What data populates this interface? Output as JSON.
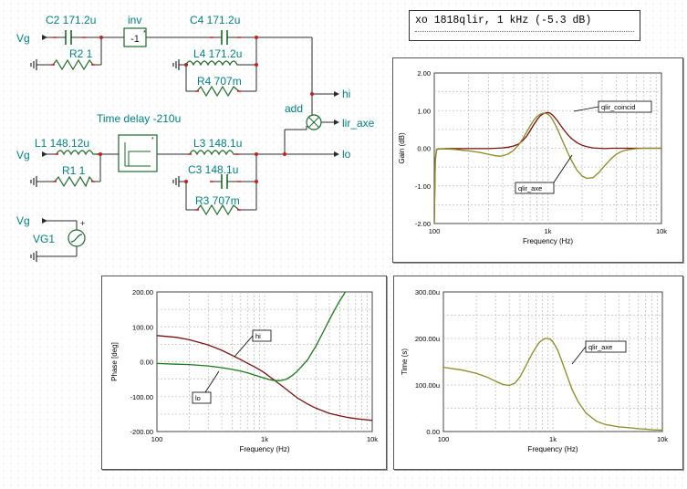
{
  "colors": {
    "schematic": "#008080",
    "wire": "#2a2a2a",
    "component": "#1a6a2a",
    "pin": "#c81e1e",
    "dark_red": "#7a1010",
    "olive": "#8a8a1e",
    "green": "#1a7a1a",
    "grid": "#c0c0c0"
  },
  "schematic": {
    "labels": {
      "c2": "C2 171.2u",
      "inv_block": "inv",
      "inv_gain": "-1",
      "c4": "C4 171.2u",
      "r2": "R2 1",
      "l4": "L4 171.2u",
      "r4": "R4 707m",
      "add": "add",
      "hi": "hi",
      "lir_axe": "lir_axe",
      "lo": "lo",
      "time_delay": "Time delay -210u",
      "l1": "L1 148.12u",
      "l3": "L3 148.1u",
      "r1": "R1 1",
      "c3": "C3 148.1u",
      "r3": "R3 707m",
      "vg1": "VG1",
      "vg_1": "Vg",
      "vg_2": "Vg",
      "vg_3": "Vg",
      "plus": "+"
    }
  },
  "title_box": {
    "text": "xo 1818qlir, 1 kHz (-5.3 dB)"
  },
  "chart_data": [
    {
      "type": "line",
      "ylabel": "Gain (dB)",
      "xlabel": "Frequency (Hz)",
      "x_scale": "log",
      "xlim": [
        100,
        10000
      ],
      "ylim": [
        -2.0,
        2.0
      ],
      "x_tick_labels": [
        "100",
        "1k",
        "10k"
      ],
      "y_tick_labels": [
        "2.00",
        "1.00",
        "0.00",
        "-1.00",
        "-2.00"
      ],
      "y_ticks": [
        2.0,
        1.0,
        0.0,
        -1.0,
        -2.0
      ],
      "grid": true,
      "annotations": [
        "qlir_coincid",
        "qlir_axe"
      ],
      "series": [
        {
          "name": "qlir_coincid",
          "color": "#7a1010",
          "x": [
            100,
            102,
            105,
            110,
            130,
            150,
            200,
            250,
            300,
            350,
            400,
            450,
            500,
            550,
            600,
            650,
            700,
            750,
            800,
            850,
            900,
            950,
            1000,
            1050,
            1100,
            1200,
            1300,
            1400,
            1500,
            1600,
            1800,
            2000,
            2200,
            2500,
            2800,
            3200,
            3600,
            4000,
            4500,
            5000,
            6000,
            7000,
            8000,
            10000
          ],
          "y": [
            -2.0,
            -0.3,
            -0.03,
            -0.02,
            -0.01,
            -0.01,
            -0.01,
            -0.01,
            -0.01,
            0.0,
            0.01,
            0.03,
            0.06,
            0.11,
            0.2,
            0.32,
            0.47,
            0.62,
            0.75,
            0.85,
            0.91,
            0.94,
            0.95,
            0.93,
            0.88,
            0.75,
            0.6,
            0.47,
            0.36,
            0.27,
            0.15,
            0.08,
            0.04,
            0.01,
            0.0,
            -0.01,
            0.0,
            0.0,
            0.0,
            0.0,
            0.0,
            0.0,
            0.0,
            0.0
          ]
        },
        {
          "name": "qlir_axe",
          "color": "#8a8a1e",
          "x": [
            100,
            102,
            105,
            110,
            130,
            150,
            200,
            250,
            300,
            350,
            380,
            400,
            450,
            500,
            550,
            600,
            650,
            700,
            750,
            800,
            850,
            900,
            950,
            1000,
            1050,
            1100,
            1200,
            1300,
            1400,
            1500,
            1600,
            1800,
            2000,
            2200,
            2500,
            2800,
            3200,
            3600,
            4000,
            4500,
            5000,
            6000,
            7000,
            8000,
            10000
          ],
          "y": [
            -2.0,
            -0.3,
            -0.03,
            -0.02,
            -0.02,
            -0.03,
            -0.07,
            -0.11,
            -0.16,
            -0.2,
            -0.21,
            -0.2,
            -0.15,
            -0.05,
            0.08,
            0.25,
            0.43,
            0.6,
            0.74,
            0.84,
            0.9,
            0.93,
            0.93,
            0.91,
            0.85,
            0.76,
            0.54,
            0.3,
            0.08,
            -0.12,
            -0.3,
            -0.58,
            -0.74,
            -0.8,
            -0.78,
            -0.65,
            -0.45,
            -0.28,
            -0.16,
            -0.08,
            -0.04,
            -0.01,
            0.0,
            0.0,
            0.0
          ]
        }
      ]
    },
    {
      "type": "line",
      "ylabel": "Phase [deg]",
      "xlabel": "Frequency (Hz)",
      "x_scale": "log",
      "xlim": [
        100,
        10000
      ],
      "ylim": [
        -200,
        200
      ],
      "x_tick_labels": [
        "100",
        "1k",
        "10k"
      ],
      "y_tick_labels": [
        "200.00",
        "100.00",
        "0.00",
        "-100.00",
        "-200.00"
      ],
      "y_ticks": [
        200,
        100,
        0,
        -100,
        -200
      ],
      "grid": true,
      "annotations": [
        "hi",
        "lo"
      ],
      "series": [
        {
          "name": "hi",
          "color": "#7a1010",
          "x": [
            100,
            150,
            200,
            300,
            400,
            500,
            600,
            700,
            800,
            900,
            1000,
            1200,
            1500,
            2000,
            2500,
            3000,
            4000,
            5000,
            6000,
            7000,
            8000,
            10000
          ],
          "y": [
            75,
            70,
            63,
            48,
            33,
            18,
            6,
            -5,
            -14,
            -23,
            -32,
            -50,
            -73,
            -103,
            -121,
            -133,
            -148,
            -155,
            -160,
            -163,
            -165,
            -168
          ]
        },
        {
          "name": "lo",
          "color": "#1a7a1a",
          "x": [
            100,
            150,
            200,
            300,
            400,
            500,
            600,
            700,
            800,
            900,
            1000,
            1100,
            1200,
            1300,
            1400,
            1600,
            1800,
            2000,
            2500,
            3000,
            3500,
            4000,
            4500,
            5000,
            5500,
            5700
          ],
          "y": [
            -5,
            -7,
            -8,
            -12,
            -17,
            -22,
            -27,
            -32,
            -38,
            -43,
            -47,
            -51,
            -53,
            -54,
            -54,
            -50,
            -40,
            -28,
            5,
            45,
            85,
            120,
            150,
            175,
            195,
            205
          ]
        }
      ]
    },
    {
      "type": "line",
      "ylabel": "Time (s)",
      "xlabel": "Frequency (Hz)",
      "x_scale": "log",
      "xlim": [
        100,
        10000
      ],
      "ylim": [
        0,
        0.0003
      ],
      "x_tick_labels": [
        "100",
        "1k",
        "10k"
      ],
      "y_tick_labels": [
        "300.00u",
        "200.00u",
        "100.00u",
        "0.00"
      ],
      "y_ticks": [
        0.0003,
        0.0002,
        0.0001,
        0
      ],
      "grid": true,
      "annotations": [
        "qlir_axe"
      ],
      "series": [
        {
          "name": "qlir_axe",
          "color": "#8a8a1e",
          "x": [
            100,
            150,
            200,
            250,
            300,
            350,
            400,
            450,
            500,
            550,
            600,
            650,
            700,
            750,
            800,
            850,
            900,
            950,
            1000,
            1100,
            1200,
            1300,
            1500,
            1700,
            2000,
            2500,
            3000,
            4000,
            5000,
            6000,
            7000,
            8000,
            10000
          ],
          "y": [
            0.000138,
            0.000132,
            0.000125,
            0.000117,
            0.000108,
            0.000101,
            9.9e-05,
            0.000104,
            0.000117,
            0.000135,
            0.000153,
            0.000168,
            0.000181,
            0.000191,
            0.000197,
            0.0002,
            0.0002,
            0.000198,
            0.000193,
            0.000176,
            0.000153,
            0.00013,
            9e-05,
            6.4e-05,
            4e-05,
            2.2e-05,
            1.5e-05,
            1e-05,
            8e-06,
            6e-06,
            5e-06,
            4e-06,
            3e-06
          ]
        }
      ]
    }
  ]
}
